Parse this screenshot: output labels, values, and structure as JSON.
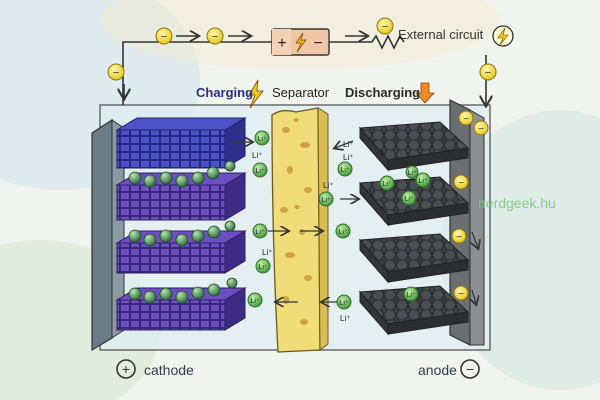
{
  "labels": {
    "external_circuit": "External circuit",
    "charging": "Charging",
    "separator": "Separator",
    "discharging": "Discharging",
    "cathode": "cathode",
    "anode": "anode",
    "watermark": "nerdgeek.hu"
  },
  "ion_label": "Li⁺",
  "symbols": {
    "electron": "−",
    "plus": "+",
    "minus": "−",
    "cathode_terminal": "+",
    "anode_terminal": "−"
  },
  "icons": [
    "lightning-icon",
    "battery-icon",
    "resistor-icon",
    "down-arrow-icon",
    "electron-icon",
    "lithium-ion-icon"
  ],
  "colors": {
    "cathode_layer": "#5b3fa8",
    "anode_layer": "#3b3e42",
    "separator": "#f0dc78",
    "electron": "#f4e04a",
    "ion": "#57b84c",
    "accent_orange": "#f08a24"
  }
}
